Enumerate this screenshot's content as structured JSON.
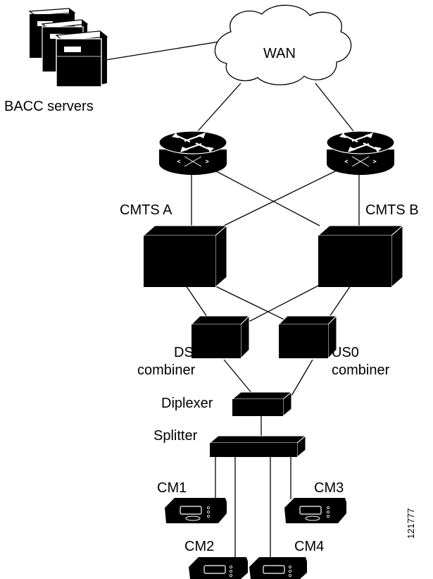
{
  "labels": {
    "wan": "WAN",
    "bacc_servers": "BACC servers",
    "cmts_a": "CMTS A",
    "cmts_b": "CMTS B",
    "ds0_line1": "DS0",
    "ds0_line2": "combiner",
    "us0_line1": "US0",
    "us0_line2": "combiner",
    "diplexer": "Diplexer",
    "splitter": "Splitter",
    "cm1": "CM1",
    "cm2": "CM2",
    "cm3": "CM3",
    "cm4": "CM4",
    "figure_id": "121777"
  }
}
